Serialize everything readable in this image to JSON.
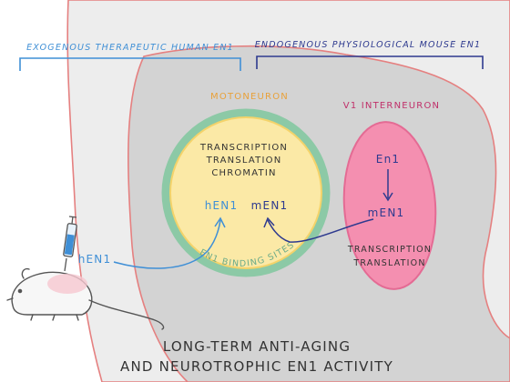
{
  "labels": {
    "exogenous": "Exogenous therapeutic human En1",
    "endogenous": "Endogenous physiological mouse En1",
    "motoneuron": "Motoneuron",
    "interneuron": "V1 Interneuron",
    "moto_process_1": "Transcription",
    "moto_process_2": "Translation",
    "moto_process_3": "Chromatin",
    "hEN1_in_cell": "hEN1",
    "mEN1_in_cell": "mEN1",
    "injection_hEN1": "hEN1",
    "binding_sites": "EN1 binding sites",
    "inter_gene": "En1",
    "inter_protein": "mEN1",
    "inter_process_1": "Transcription",
    "inter_process_2": "Translation",
    "footer_line_1": "Long-term anti-aging",
    "footer_line_2": "and neurotrophic EN1 activity"
  },
  "colors": {
    "bracket_blue": "#3f8fd6",
    "bracket_navy": "#2e3a8f",
    "motoneuron_label": "#e8a13a",
    "motoneuron_fill": "#fbe9a6",
    "motoneuron_ring": "#8cc9a6",
    "interneuron_fill": "#f48fb0",
    "interneuron_text": "#c0306a",
    "tissue_outer": "#ededed",
    "tissue_inner": "#d2d2d2",
    "tissue_outline": "#e58080",
    "text_dark": "#333333"
  },
  "icons": {
    "mouse": "mouse-icon",
    "syringe": "syringe-icon"
  }
}
